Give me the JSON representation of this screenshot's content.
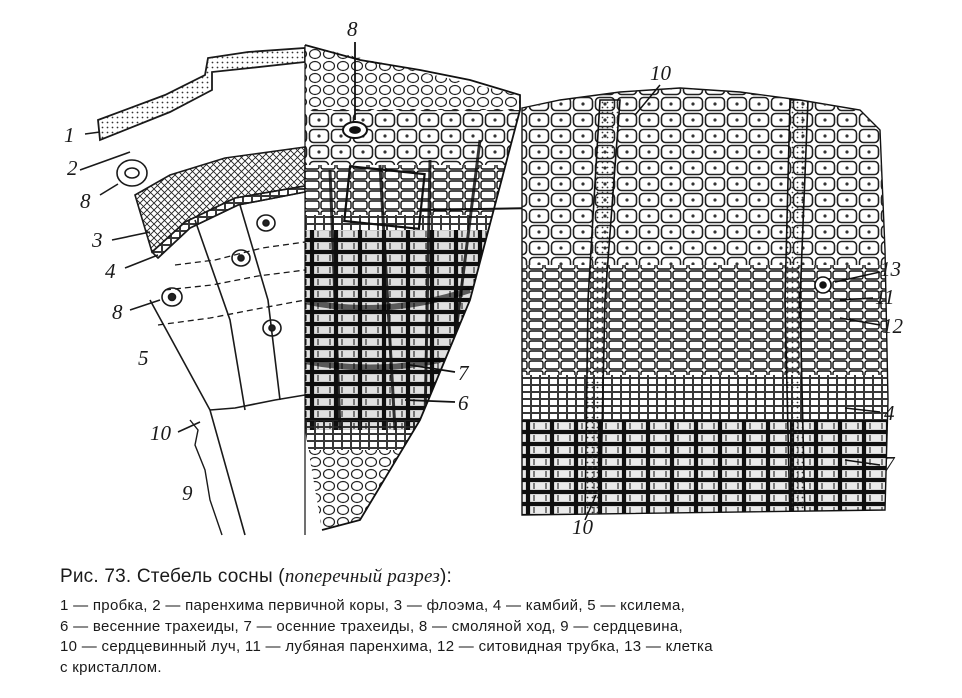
{
  "labels": {
    "l1": "1",
    "l2": "2",
    "l8a": "8",
    "l3": "3",
    "l4": "4",
    "l8b": "8",
    "l5": "5",
    "l10a": "10",
    "l9": "9",
    "l8top": "8",
    "l7": "7",
    "l6": "6",
    "r10top": "10",
    "r13": "13",
    "r11": "11",
    "r12": "12",
    "r4": "4",
    "r7": "7",
    "r10bot": "10"
  },
  "caption": {
    "title_prefix": "Рис. 73. Стебель сосны (",
    "title_italic": "поперечный разрез",
    "title_suffix": "):",
    "lines": [
      "1 — пробка, 2 — паренхима первичной коры, 3 — флоэма, 4 — камбий, 5 — ксилема,",
      "6 — весенние трахеиды, 7 — осенние трахеиды, 8 — смоляной ход, 9 — сердцевина,",
      "10 — сердцевинный луч, 11 — лубяная паренхима, 12 — ситовидная трубка, 13 — клетка",
      "с кристаллом."
    ]
  }
}
